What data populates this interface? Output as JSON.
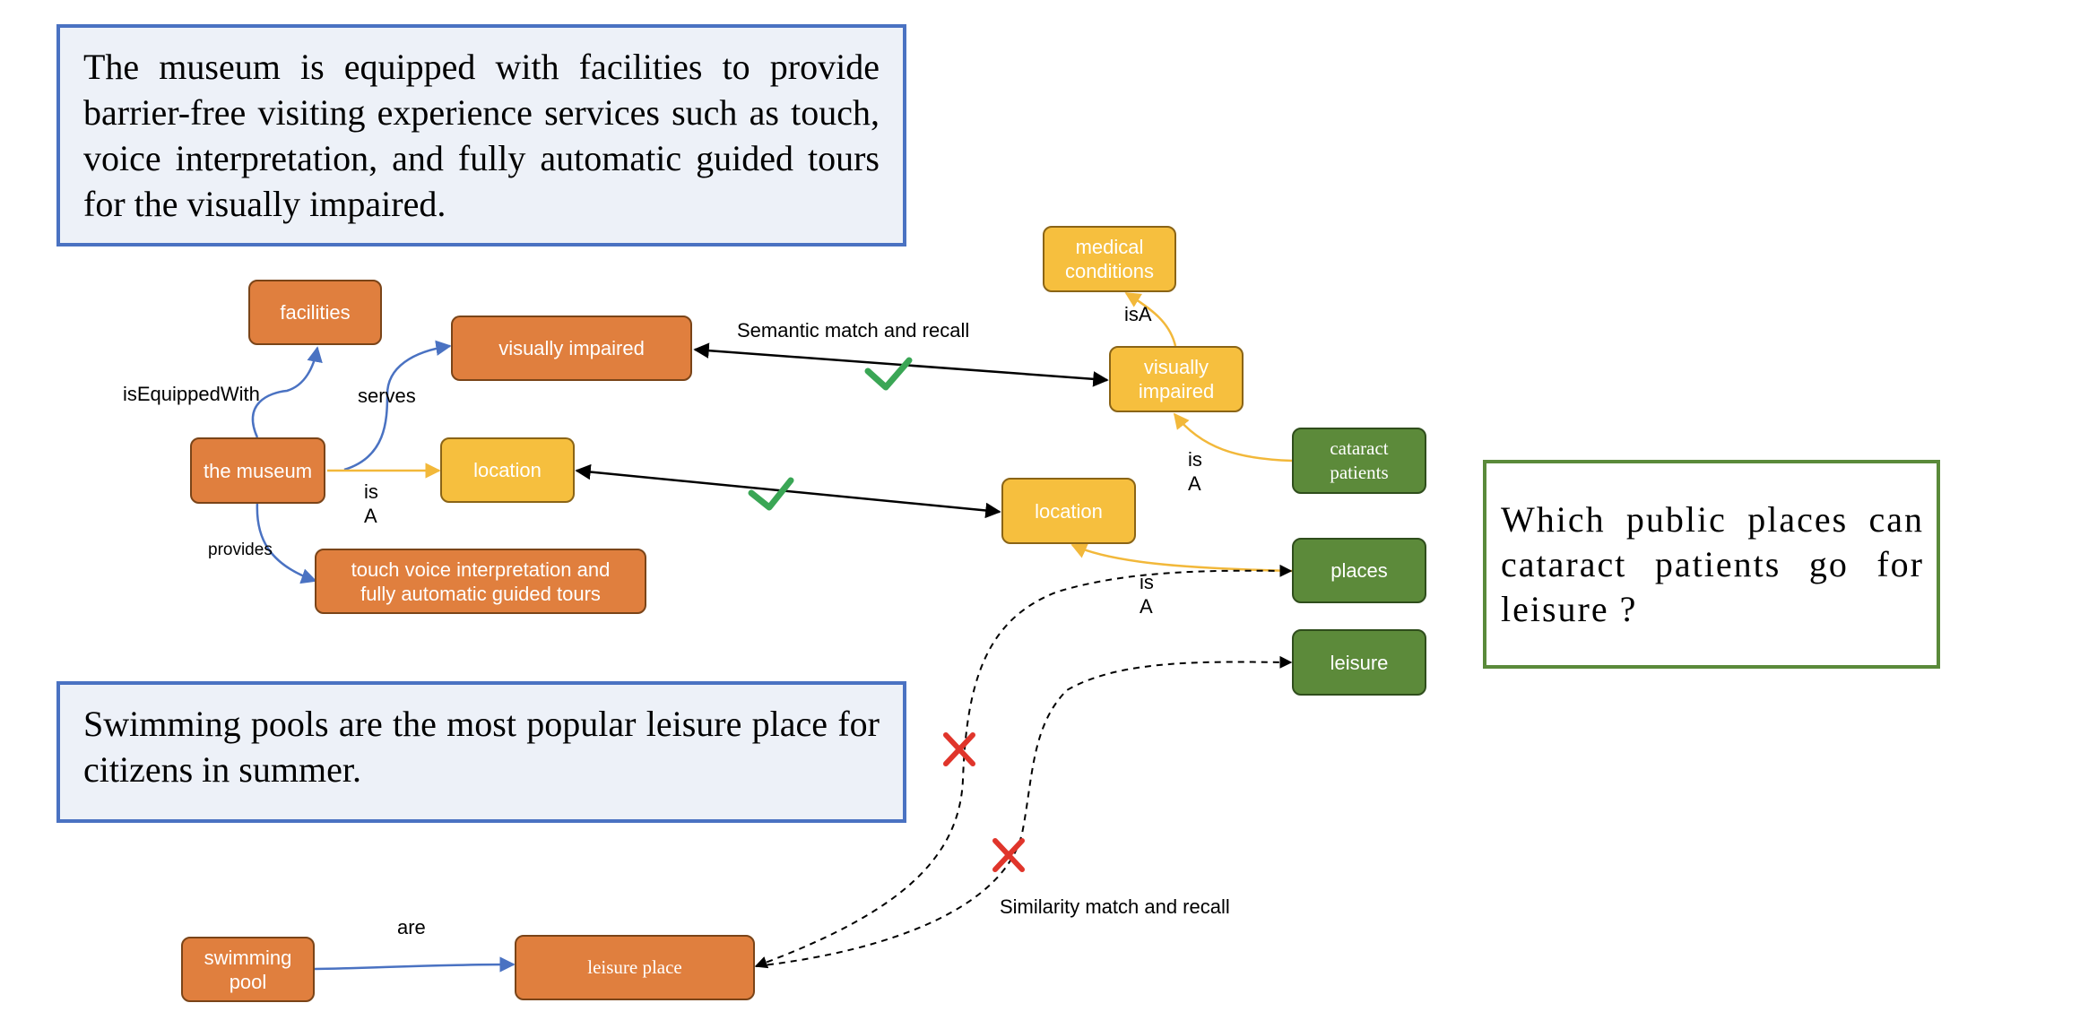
{
  "texts": {
    "museum_text": "The museum is equipped with facilities to provide barrier-free visiting experience services such as touch, voice interpretation, and fully automatic guided tours for the visually impaired.",
    "pool_text": "Swimming pools are the most popular leisure place for citizens in summer.",
    "question": "Which public places can cataract patients go for leisure ?"
  },
  "nodes": {
    "facilities": "facilities",
    "visually_impaired_left": "visually impaired",
    "the_museum": "the museum",
    "location_left": "location",
    "touch_services": "touch  voice interpretation  and\nfully automatic guided tours",
    "swimming_pool": "swimming\npool",
    "leisure_place": "leisure place",
    "medical_conditions": "medical\nconditions",
    "visually_impaired_right": "visually\nimpaired",
    "cataract_patients": "cataract\npatients",
    "location_right": "location",
    "places": "places",
    "leisure": "leisure"
  },
  "edge_labels": {
    "is_equipped_with": "isEquippedWith",
    "serves": "serves",
    "is_a_museum": "is\nA",
    "provides": "provides",
    "semantic_match": "Semantic match and recall",
    "is_a_medical": "isA",
    "is_a_cataract": "is\nA",
    "is_a_places": "is\nA",
    "are": "are",
    "similarity_match": "Similarity match and recall"
  },
  "colors": {
    "orange": "#e07f3e",
    "yellow": "#f6bf3e",
    "green": "#5c8a3a",
    "blue_edge": "#4a72c2",
    "text_box_border": "#4a72c2",
    "question_box_border": "#5a8a3a",
    "check": "#3aa655",
    "cross": "#e0352b"
  }
}
